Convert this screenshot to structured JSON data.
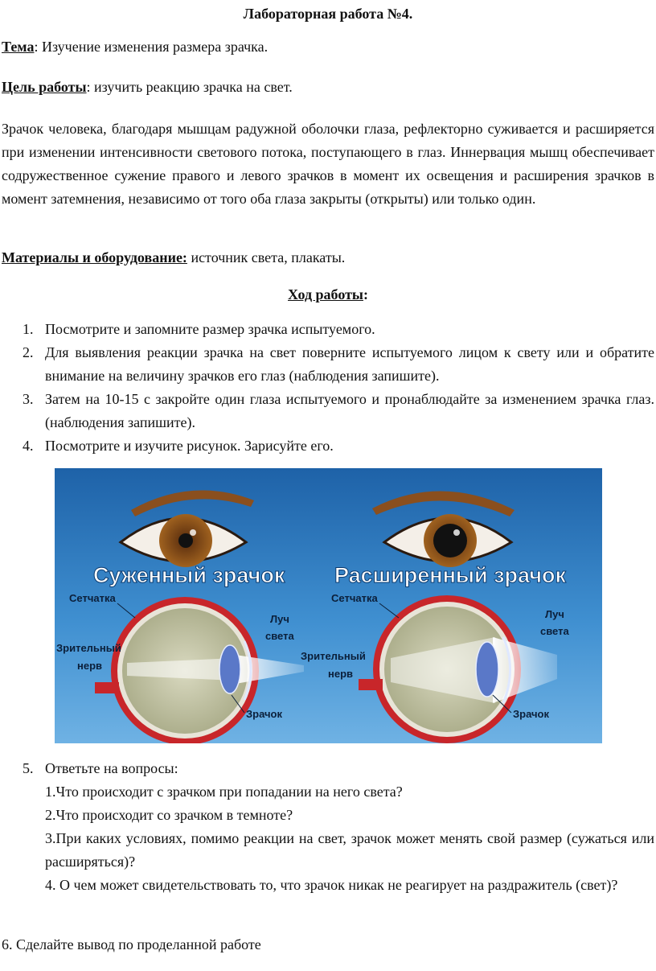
{
  "title": "Лабораторная работа №4.",
  "topic": {
    "label": "Тема",
    "text": ": Изучение изменения размера зрачка."
  },
  "goal": {
    "label": "Цель работы",
    "text": ": изучить реакцию зрачка на свет."
  },
  "intro": "Зрачок человека, благодаря мышцам радужной оболочки глаза, рефлекторно суживается и расширяется при изменении интенсивности светового потока, поступающего в глаз. Иннервация мышц обеспечивает содружественное сужение правого и левого зрачков в момент их освещения и расширения зрачков в момент затемнения, независимо от того оба глаза закрыты (открыты) или только один.",
  "materials": {
    "label": "Материалы и оборудование:",
    "text": " источник света, плакаты."
  },
  "procedure_heading": {
    "label": "Ход работы",
    "suffix": ":"
  },
  "steps": [
    {
      "num": "1.",
      "text": "Посмотрите и запомните размер зрачка испытуемого."
    },
    {
      "num": "2.",
      "text": "Для выявления реакции зрачка на свет поверните испытуемого лицом к свету или и обратите внимание на величину зрачков его глаз (наблюдения запишите)."
    },
    {
      "num": "3.",
      "text": "Затем на 10-15 с закройте один глаза испытуемого и пронаблюдайте за изменением зрачка глаз. (наблюдения запишите)."
    },
    {
      "num": "4.",
      "text": "Посмотрите и изучите рисунок. Зарисуйте его."
    }
  ],
  "figure": {
    "left_title": "Суженный зрачок",
    "right_title": "Расширенный зрачок",
    "retina": "Сетчатка",
    "optic_nerve_1": "Зрительный",
    "optic_nerve_2": "нерв",
    "light_ray_1": "Луч",
    "light_ray_2": "света",
    "pupil": "Зрачок"
  },
  "questions_heading": {
    "num": "5.",
    "text": "Ответьте на вопросы:"
  },
  "questions": [
    "1.Что происходит с зрачком при попадании на него света?",
    "2.Что происходит со зрачком в темноте?",
    "3.При каких условиях, помимо реакции на свет, зрачок может менять свой размер (сужаться или расширяться)?",
    "4. О чем может свидетельствовать то, что зрачок никак не реагирует на раздражитель (свет)?"
  ],
  "conclusion": "6. Сделайте вывод по проделанной работе",
  "colors": {
    "figure_bg": "#1f6fb4",
    "title_text": "#ffffff",
    "iris": "#8a4a1a",
    "lens": "#5a78c8"
  }
}
